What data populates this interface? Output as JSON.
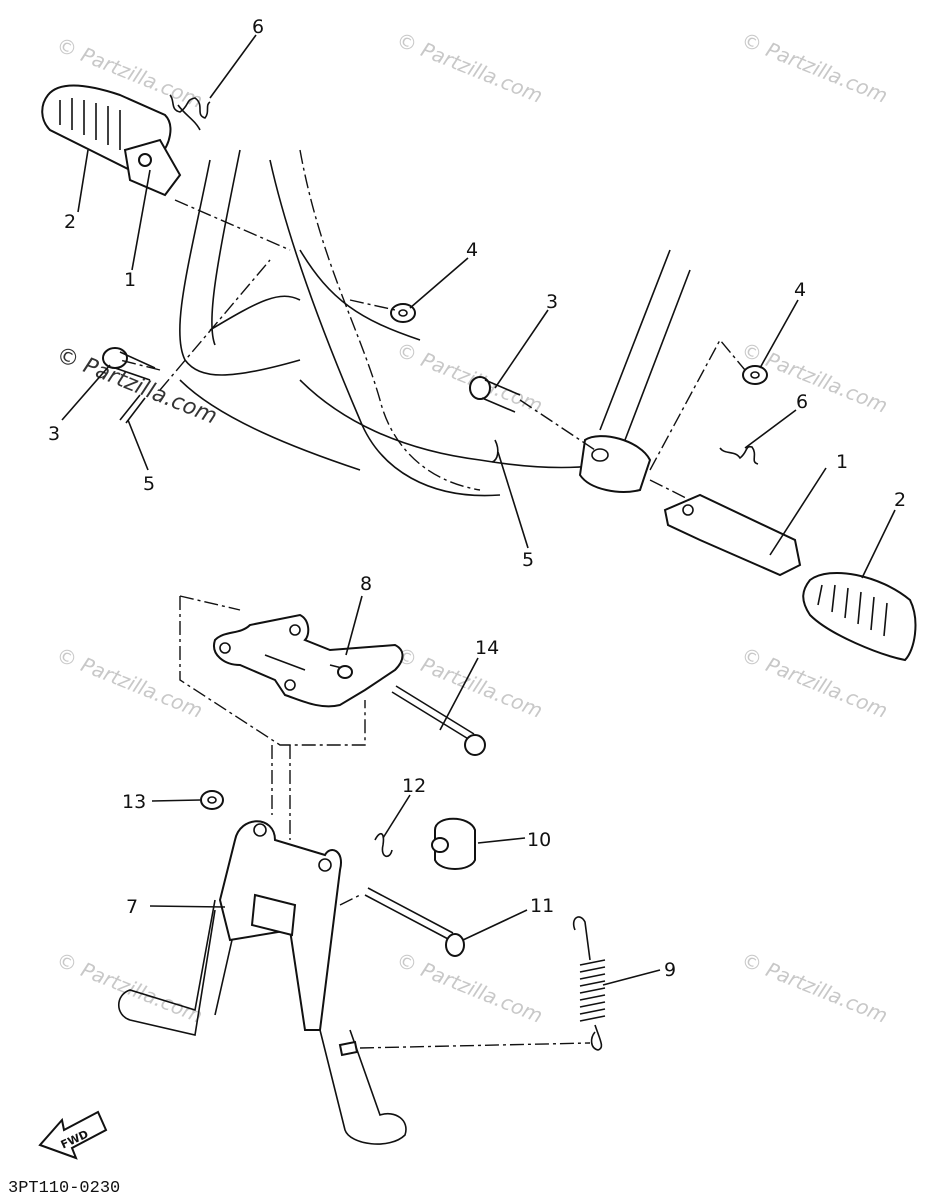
{
  "watermark": "© Partzilla.com",
  "diagram_code": "3PT110-0230",
  "fwd_label": "FWD",
  "callouts": [
    "1",
    "2",
    "3",
    "4",
    "5",
    "6",
    "7",
    "8",
    "9",
    "10",
    "11",
    "12",
    "13",
    "14"
  ]
}
